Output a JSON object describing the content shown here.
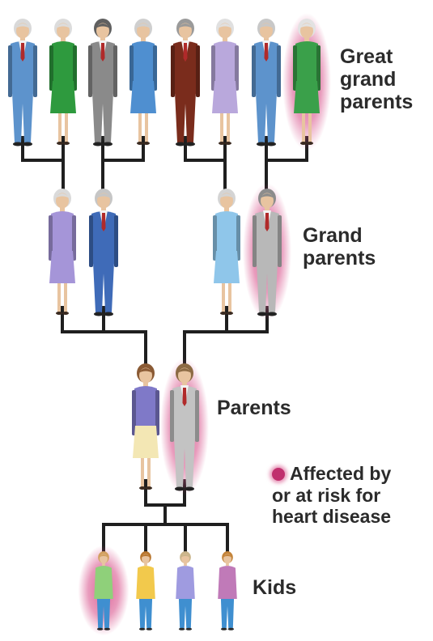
{
  "labels": {
    "great_grandparents": [
      "Great",
      "grand",
      "parents"
    ],
    "grandparents": [
      "Grand",
      "parents"
    ],
    "parents": "Parents",
    "kids": "Kids"
  },
  "legend": {
    "lines": [
      "Affected by",
      "or at risk for",
      "heart disease"
    ],
    "marker_color": "#c0306e"
  },
  "colors": {
    "line": "#1f1f1f",
    "affected_glow": "#d64a86",
    "text": "#2b2b2b"
  },
  "people": [
    {
      "id": "ggp-1",
      "generation": "great-grandparent",
      "gender": "male",
      "outfit": "#5d93cc",
      "hair": "#d9d9d9",
      "affected": false
    },
    {
      "id": "ggp-2",
      "generation": "great-grandparent",
      "gender": "female",
      "outfit": "#2e9a3e",
      "hair": "#dcdcdc",
      "affected": false
    },
    {
      "id": "ggp-3",
      "generation": "great-grandparent",
      "gender": "male",
      "outfit": "#8a8a8a",
      "hair": "#606060",
      "affected": false
    },
    {
      "id": "ggp-4",
      "generation": "great-grandparent",
      "gender": "female",
      "outfit": "#4f8fd0",
      "hair": "#cfcfcf",
      "affected": false
    },
    {
      "id": "ggp-5",
      "generation": "great-grandparent",
      "gender": "male",
      "outfit": "#7a2c1c",
      "hair": "#9a9a9a",
      "affected": false
    },
    {
      "id": "ggp-6",
      "generation": "great-grandparent",
      "gender": "female",
      "outfit": "#b9a8dc",
      "hair": "#e0e0e0",
      "affected": false
    },
    {
      "id": "ggp-7",
      "generation": "great-grandparent",
      "gender": "male",
      "outfit": "#5d93cc",
      "hair": "#c8c8c8",
      "affected": false
    },
    {
      "id": "ggp-8",
      "generation": "great-grandparent",
      "gender": "female",
      "outfit": "#3aa04a",
      "hair": "#e2e2e2",
      "affected": true
    },
    {
      "id": "gp-1",
      "generation": "grandparent",
      "gender": "female",
      "outfit": "#a595d8",
      "hair": "#dadada",
      "affected": false
    },
    {
      "id": "gp-2",
      "generation": "grandparent",
      "gender": "male",
      "outfit": "#3f6bb8",
      "hair": "#c6c6c6",
      "affected": false
    },
    {
      "id": "gp-3",
      "generation": "grandparent",
      "gender": "female",
      "outfit": "#8fc6ea",
      "hair": "#d4d4d4",
      "affected": false
    },
    {
      "id": "gp-4",
      "generation": "grandparent",
      "gender": "male",
      "outfit": "#b8b8b8",
      "hair": "#8c8c8c",
      "affected": true
    },
    {
      "id": "parent-1",
      "generation": "parent",
      "gender": "female",
      "outfit": "#7f79c8",
      "skirt": "#f3e7b4",
      "hair": "#8a5a34",
      "affected": false
    },
    {
      "id": "parent-2",
      "generation": "parent",
      "gender": "male",
      "outfit": "#c3c3c3",
      "hair": "#8c6a44",
      "affected": true
    },
    {
      "id": "kid-1",
      "generation": "kid",
      "gender": "male",
      "outfit": "#8fd07a",
      "hair": "#d2a060",
      "affected": true
    },
    {
      "id": "kid-2",
      "generation": "kid",
      "gender": "female",
      "outfit": "#f2c94c",
      "hair": "#b8762e",
      "affected": false
    },
    {
      "id": "kid-3",
      "generation": "kid",
      "gender": "male",
      "outfit": "#9f9be0",
      "hair": "#c9b48a",
      "affected": false
    },
    {
      "id": "kid-4",
      "generation": "kid",
      "gender": "female",
      "outfit": "#c07ab8",
      "hair": "#c4843a",
      "affected": false
    }
  ]
}
